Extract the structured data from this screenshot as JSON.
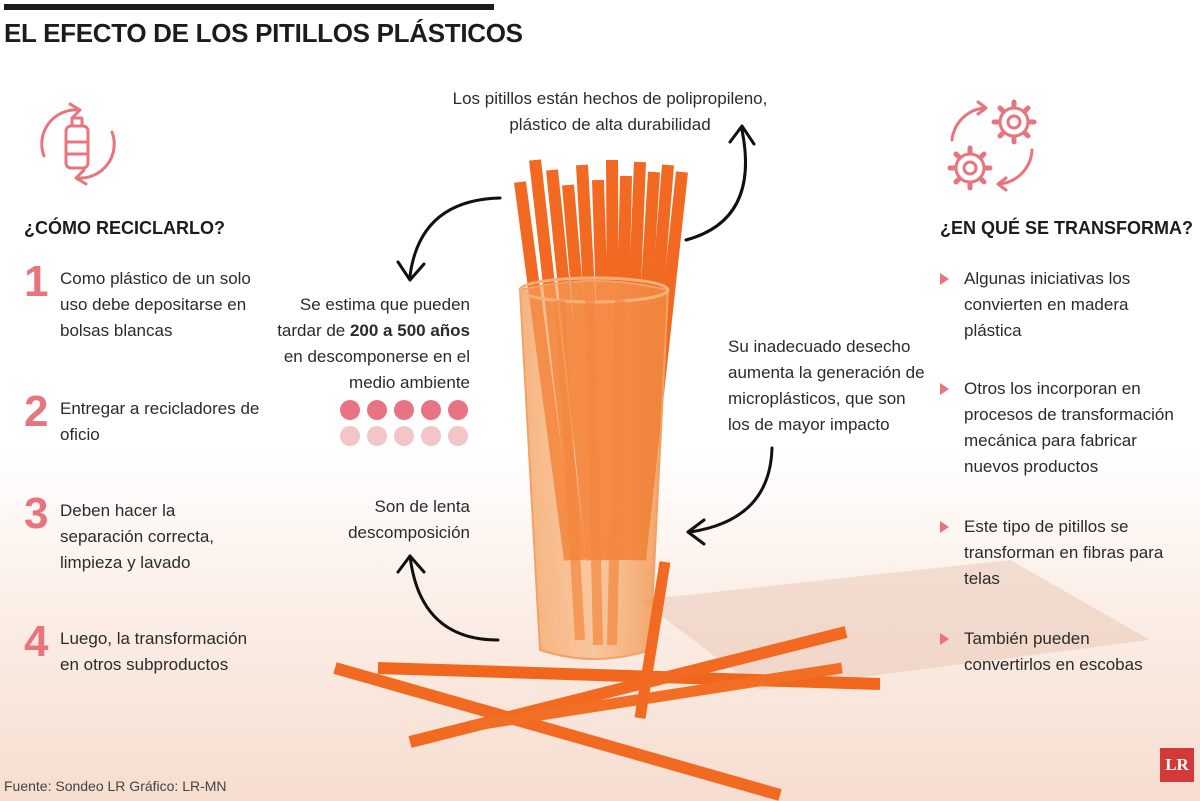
{
  "title": "EL EFECTO DE LOS PITILLOS PLÁSTICOS",
  "recycle": {
    "heading": "¿CÓMO RECICLARLO?",
    "steps": [
      {
        "num": "1",
        "text": "Como plástico de un solo uso debe depositarse en bolsas blancas"
      },
      {
        "num": "2",
        "text": "Entregar a recicladores de oficio"
      },
      {
        "num": "3",
        "text": "Deben hacer la separación correcta, limpieza y lavado"
      },
      {
        "num": "4",
        "text": "Luego, la transformación en otros subproductos"
      }
    ]
  },
  "transform": {
    "heading": "¿EN QUÉ SE TRANSFORMA?",
    "items": [
      "Algunas iniciativas los convierten en madera plástica",
      "Otros los incorporan en procesos de transformación mecánica para fabricar nuevos productos",
      "Este tipo de pitillos se transforman en fibras para telas",
      "También pueden convertirlos en escobas"
    ]
  },
  "notes": {
    "material": "Los pitillos están hechos de polipropileno, plástico de alta durabilidad",
    "decompose_pre": "Se estima que pueden tardar de ",
    "decompose_bold": "200 a 500 años",
    "decompose_post": " en descomponerse en el medio ambiente",
    "microplastics": "Su inadecuado desecho aumenta la generación de microplásticos, que son los de mayor impacto",
    "slow": "Son de lenta descomposición"
  },
  "footer": {
    "source": "Fuente: Sondeo LR   Gráfico: LR-MN",
    "logo": "LR"
  },
  "colors": {
    "accent": "#e8747d",
    "dots_dark": "#e87483",
    "dots_light": "#f3c5c9",
    "straw": "#f7742c",
    "title": "#1c1c1c"
  },
  "icons": [
    "recycle-bottle-icon",
    "gears-cycle-icon"
  ]
}
